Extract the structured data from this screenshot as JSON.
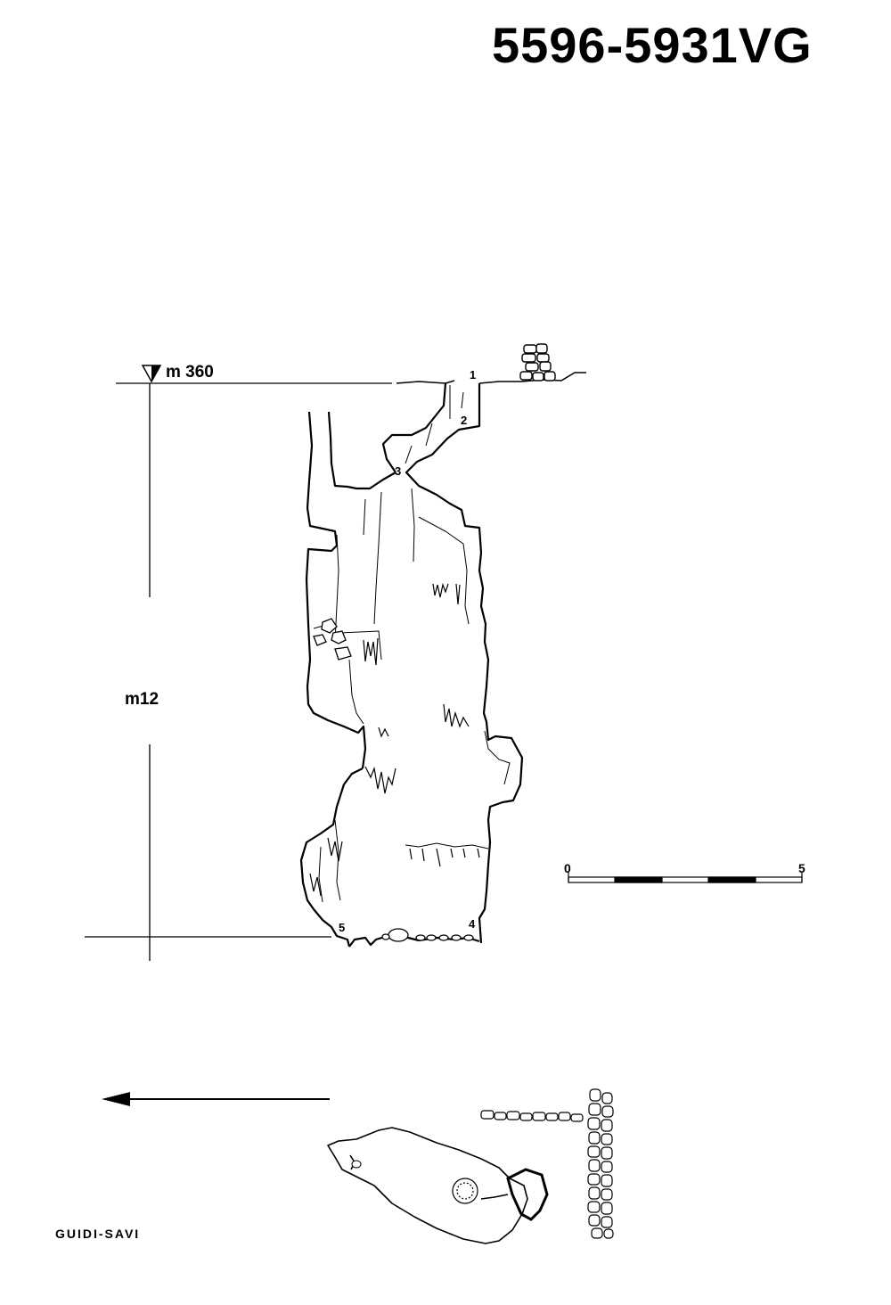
{
  "title": "5596-5931VG",
  "section": {
    "entrance_elevation": "m 360",
    "depth": "m12",
    "stations": [
      "1",
      "2",
      "3",
      "4",
      "5"
    ]
  },
  "scale_bar": {
    "start": "0",
    "end": "5",
    "segments": 5
  },
  "plan": {
    "north_arrow": "arrow-left"
  },
  "credit": "GUIDI-SAVI"
}
